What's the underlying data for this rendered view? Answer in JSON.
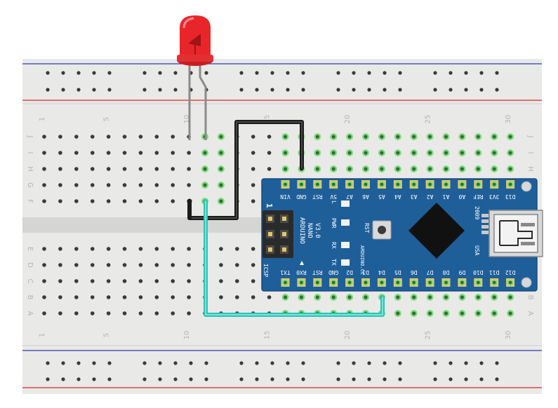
{
  "colors": {
    "board": "#e8e8e6",
    "rail_red": "#d62a2a",
    "rail_blue": "#2b3bb3",
    "hole": "#3a3a3a",
    "hole_active": "#6ad46a",
    "nano_pcb": "#1e5f9a",
    "led": "#e8262a",
    "wire_black": "#1b1b1b",
    "wire_cyan": "#3fd6c8"
  },
  "breadboard": {
    "column_numbers": [
      "1",
      "5",
      "10",
      "15",
      "20",
      "25",
      "30"
    ],
    "top_row_letters": [
      "J",
      "I",
      "H",
      "G",
      "F"
    ],
    "bottom_row_letters": [
      "E",
      "D",
      "C",
      "B",
      "A"
    ]
  },
  "nano": {
    "top_pins": [
      "VIN",
      "GND",
      "RST",
      "5V",
      "A7",
      "A6",
      "A5",
      "A4",
      "A3",
      "A2",
      "A1",
      "A0",
      "REF",
      "3V3",
      "D13"
    ],
    "bottom_pins": [
      "TX1",
      "RX0",
      "RST",
      "GND",
      "D2",
      "D3",
      "D4",
      "D5",
      "D6",
      "D7",
      "D8",
      "D9",
      "D10",
      "D11",
      "D12"
    ],
    "name_lines": [
      "ARDUINO",
      "NANO",
      "V3.0"
    ],
    "led_labels": [
      "L",
      "PWR",
      "RX",
      "TX"
    ],
    "rst_label": "RST",
    "icsp_label": "ICSP",
    "one_label": "1",
    "site_label": "ARDUINO.CC",
    "year_label": "2009",
    "usa_label": "USA"
  }
}
